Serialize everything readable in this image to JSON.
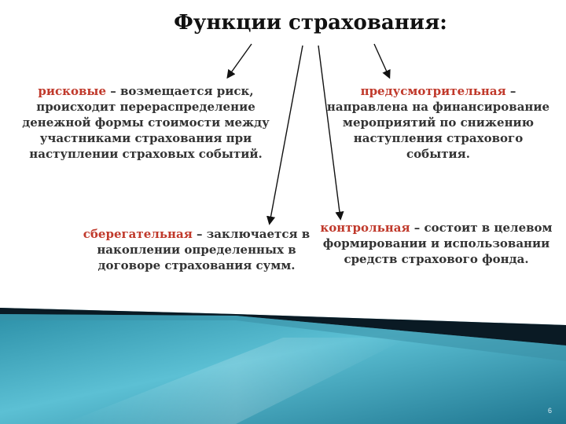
{
  "title": "Функции страхования:",
  "blocks": [
    {
      "term": "рисковые",
      "rest": " – возмещается риск, происходит перераспределение денежной формы стоимости между участниками страхования при наступлении страховых событий."
    },
    {
      "term": "предусмотрительная",
      "rest": " – направлена на финансирование мероприятий по снижению наступления страхового события."
    },
    {
      "term": "сберегательная",
      "rest": " – заключается в накоплении определенных в договоре страхования сумм."
    },
    {
      "term": "контрольная",
      "rest": " – состоит в целевом формировании и использовании средств страхового фонда."
    }
  ],
  "page_number": "6",
  "colors": {
    "term": "#c0392b",
    "text": "#333333",
    "band_dark": "#1f6f86",
    "band_light": "#5fc3d6",
    "band_line": "#0a1a24"
  }
}
